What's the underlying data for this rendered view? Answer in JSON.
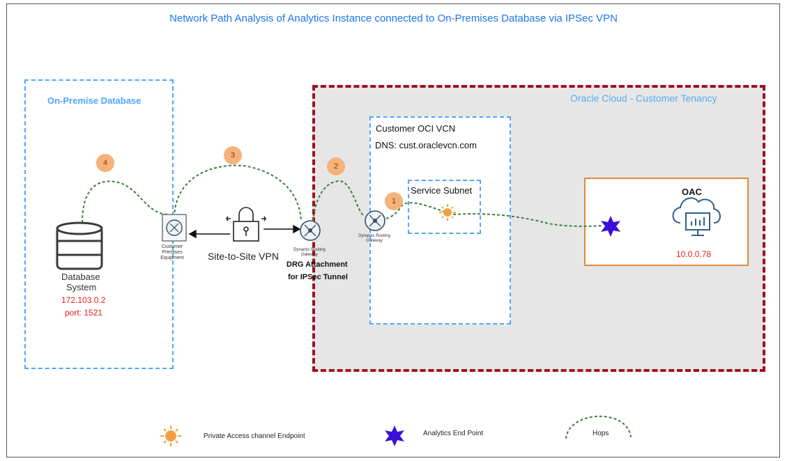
{
  "title": "Network Path Analysis of Analytics Instance connected to On-Premises Database via IPSec VPN",
  "onprem": {
    "label": "On-Premise Database",
    "db_name_line1": "Database",
    "db_name_line2": "System",
    "db_ip": "172.103.0.2",
    "db_port": "port: 1521",
    "cpe_label": "Customer Premises Equipment"
  },
  "vpn": {
    "label": "Site-to-Site VPN",
    "drg_label": "Dynamic Routing Gateway",
    "drg_attach_line1": "DRG Attachment",
    "drg_attach_line2": "for IPSec Tunnel"
  },
  "cloud": {
    "label": "Oracle Cloud - Customer Tenancy",
    "vcn_label": "Customer OCI VCN",
    "vcn_dns": "DNS: cust.oraclevcn.com",
    "vcn_drg_label": "Dynamic Routing Gateway",
    "subnet_label": "Service Subnet",
    "oac_label": "OAC",
    "oac_ip": "10.0.0.78"
  },
  "hops": [
    "1",
    "2",
    "3",
    "4"
  ],
  "legend": {
    "pac": "Private Access channel Endpoint",
    "analytics": "Analytics End Point",
    "hops": "Hops"
  },
  "colors": {
    "title": "#1e74e8",
    "onprem_border": "#4da6ff",
    "cloud_border": "#a30f1d",
    "hop_badge": "#f5b27a",
    "path": "#3f7f3a",
    "oac_border": "#e08a3a",
    "ip_text": "#e02020",
    "analytics_star": "#3a10d8",
    "pac_sun": "#f5a040"
  }
}
